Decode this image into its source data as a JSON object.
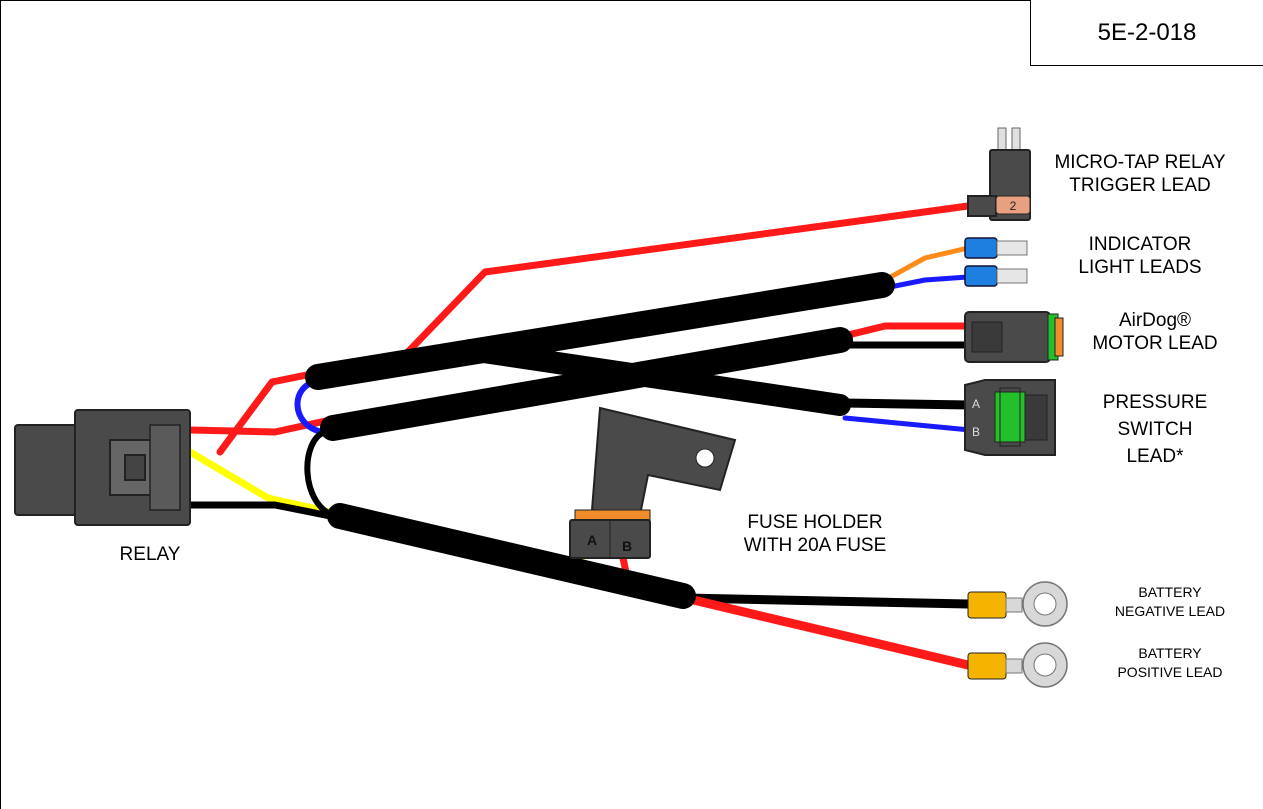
{
  "part_number": "5E-2-018",
  "labels": {
    "relay": "RELAY",
    "micro_tap": [
      "MICRO-TAP RELAY",
      "TRIGGER LEAD"
    ],
    "indicator": [
      "INDICATOR",
      "LIGHT LEADS"
    ],
    "motor": [
      "AirDog®",
      "MOTOR LEAD"
    ],
    "pressure": [
      "PRESSURE",
      "SWITCH",
      "LEAD*"
    ],
    "fuse": [
      "FUSE HOLDER",
      "WITH 20A FUSE"
    ],
    "battery_neg": [
      "BATTERY",
      "NEGATIVE LEAD"
    ],
    "battery_pos": [
      "BATTERY",
      "POSITIVE LEAD"
    ]
  },
  "connector_letters": {
    "fuse_a": "A",
    "fuse_b": "B",
    "switch_a": "A",
    "switch_b": "B",
    "micro_tap_slot": "2"
  },
  "colors": {
    "wire_red": "#ff1a1a",
    "wire_black": "#000000",
    "wire_blue": "#1a1aff",
    "wire_yellow": "#ffff00",
    "wire_orange": "#ff8c1a",
    "connector_gray": "#4a4a4a",
    "terminal_blue": "#1e7fe0",
    "ring_yellow": "#f5b400",
    "seal_green": "#22c02a",
    "fuse_orange": "#f08c2a"
  }
}
